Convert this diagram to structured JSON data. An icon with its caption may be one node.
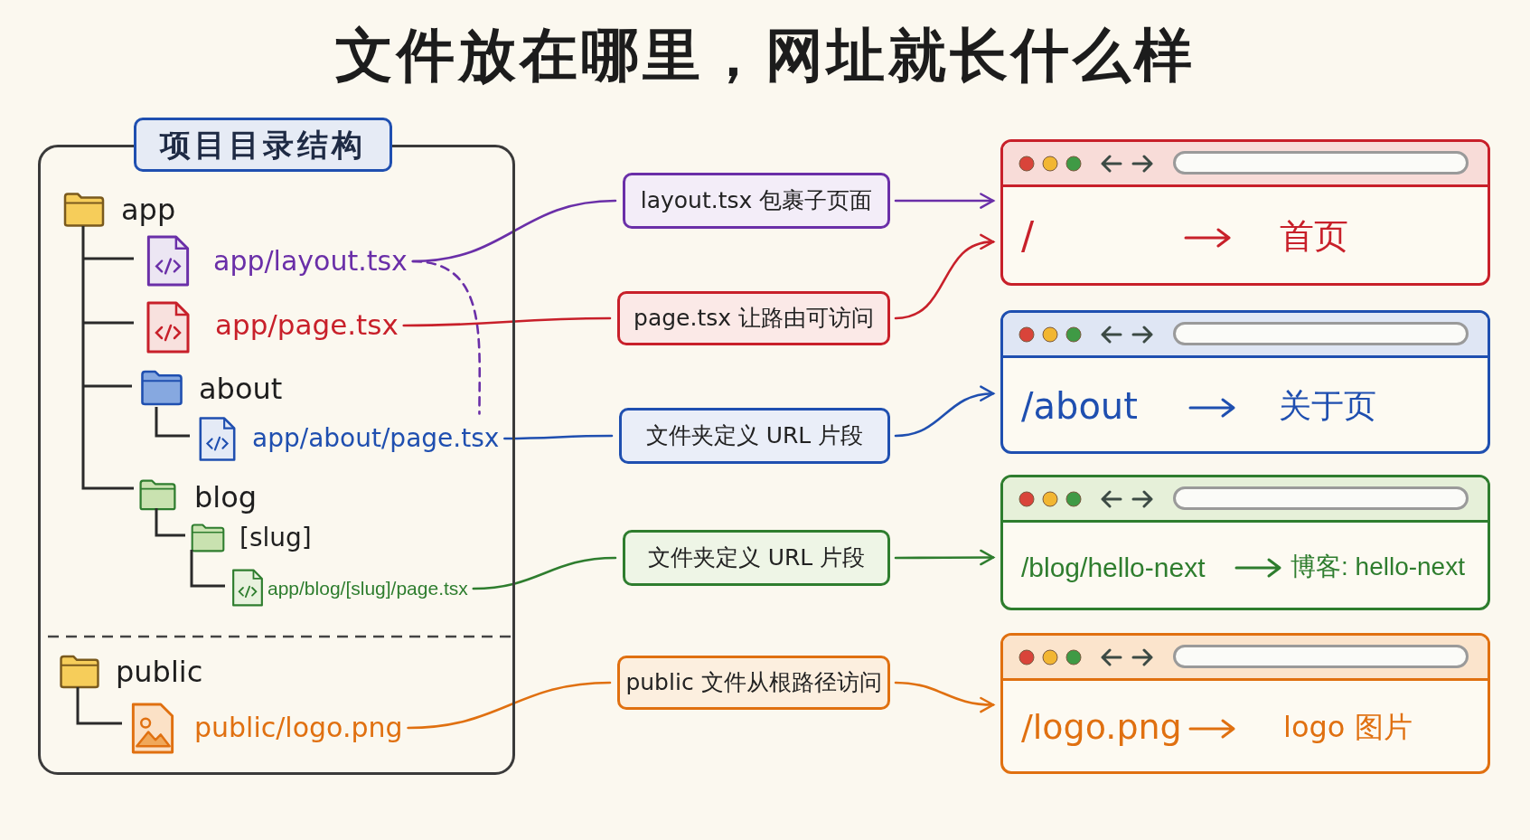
{
  "diagram": {
    "title": "文件放在哪里，网址就长什么样",
    "nodes": [
      {
        "text": [
          "项目目录结构"
        ]
      },
      {
        "text": [
          "app/layout.tsx"
        ],
        "in": 0
      },
      {
        "text": [
          "app/page.tsx"
        ],
        "in": 0
      },
      {
        "text": [
          "app/about/page.tsx"
        ],
        "in": 0
      },
      {
        "text": [
          "app/blog/[slug]/page.tsx"
        ],
        "in": 0
      },
      {
        "text": [
          "public/logo.png"
        ],
        "in": 0
      },
      {
        "text": [
          "layout.tsx 包裹子页面"
        ]
      },
      {
        "text": [
          "page.tsx 让路由可访问"
        ]
      },
      {
        "text": [
          "文件夹定义 URL 片段"
        ]
      },
      {
        "text": [
          "文件夹定义 URL 片段"
        ]
      },
      {
        "text": [
          "public 文件从根路径访问"
        ]
      },
      {
        "text": [
          "/",
          "首页"
        ]
      },
      {
        "text": [
          "/about",
          "关于页"
        ]
      },
      {
        "text": [
          "/blog/hello-next",
          "博客: hello-next"
        ]
      },
      {
        "text": [
          "/logo.png",
          "logo 图片"
        ]
      }
    ],
    "edges": [
      {
        "from": 1,
        "to": 6,
        "arrow": "none",
        "color": "#6a2fa8"
      },
      {
        "from": 1,
        "to": 3,
        "arrow": "none",
        "style": "dashed",
        "color": "#6a2fa8"
      },
      {
        "from": 6,
        "to": 11,
        "arrow": "to",
        "color": "#6a2fa8"
      },
      {
        "from": 2,
        "to": 7,
        "arrow": "none",
        "color": "#c8202a"
      },
      {
        "from": 7,
        "to": 11,
        "arrow": "to",
        "color": "#c8202a"
      },
      {
        "from": 3,
        "to": 8,
        "arrow": "none",
        "color": "#1f4fb0"
      },
      {
        "from": 8,
        "to": 12,
        "arrow": "to",
        "color": "#1f4fb0"
      },
      {
        "from": 4,
        "to": 9,
        "arrow": "none",
        "color": "#2e7d2e"
      },
      {
        "from": 9,
        "to": 13,
        "arrow": "to",
        "color": "#2e7d2e"
      },
      {
        "from": 5,
        "to": 10,
        "arrow": "none",
        "color": "#e07010"
      },
      {
        "from": 10,
        "to": 14,
        "arrow": "to",
        "color": "#e07010"
      }
    ],
    "labels": [
      "app",
      "about",
      "blog",
      "[slug]",
      "public"
    ]
  }
}
